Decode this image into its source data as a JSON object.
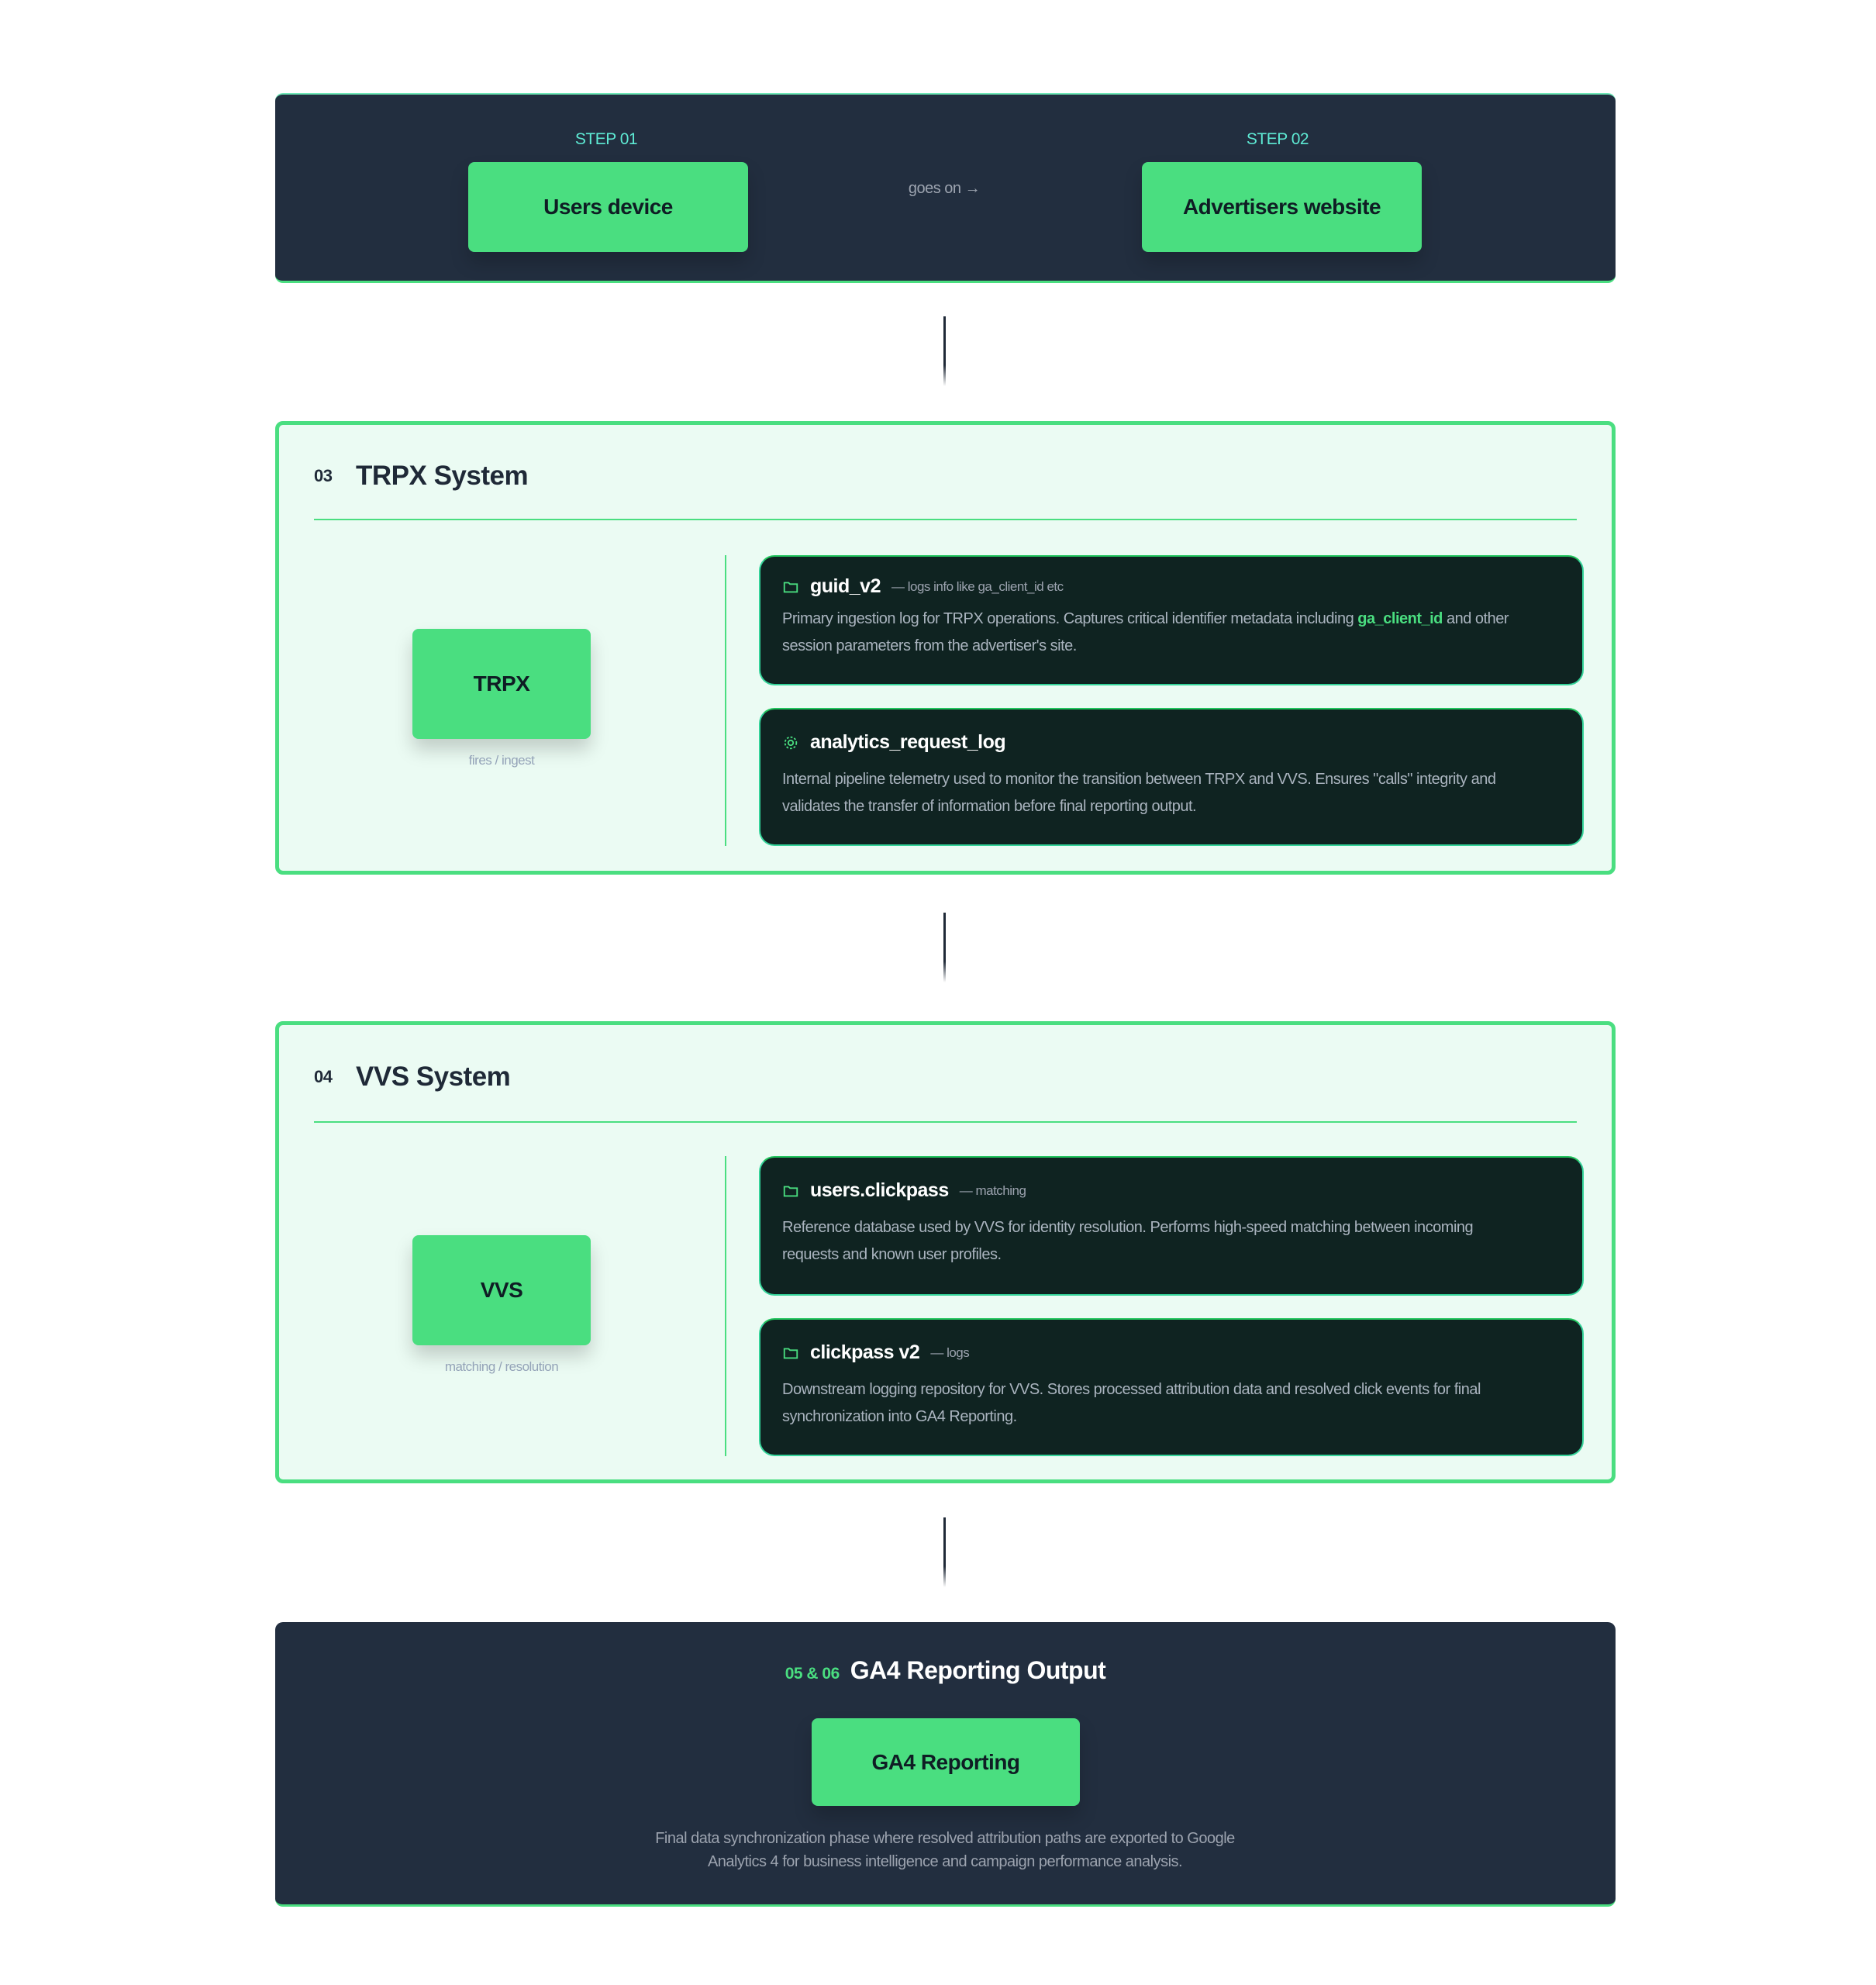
{
  "top": {
    "step1_label": "STEP 01",
    "step1_box": "Users device",
    "connector_text": "goes on →",
    "step2_label": "STEP 02",
    "step2_box": "Advertisers website"
  },
  "trpx": {
    "number": "03",
    "title": "TRPX System",
    "box": "TRPX",
    "caption": "fires / ingest",
    "cards": [
      {
        "icon": "folder-icon",
        "title": "guid_v2",
        "subtitle": "— logs info like ga_client_id etc",
        "body_pre": "Primary ingestion log for TRPX operations. Captures critical identifier metadata including ",
        "highlight": "ga_client_id",
        "body_post": " and other session parameters from the advertiser's site."
      },
      {
        "icon": "gear-icon",
        "title": "analytics_request_log",
        "body": "Internal pipeline telemetry used to monitor the transition between TRPX and VVS. Ensures \"calls\" integrity and validates the transfer of information before final reporting output."
      }
    ]
  },
  "vvs": {
    "number": "04",
    "title": "VVS System",
    "box": "VVS",
    "caption": "matching / resolution",
    "cards": [
      {
        "icon": "folder-icon",
        "title": "users.clickpass",
        "subtitle": "— matching",
        "body": "Reference database used by VVS for identity resolution. Performs high-speed matching between incoming requests and known user profiles."
      },
      {
        "icon": "folder-icon",
        "title": "clickpass v2",
        "subtitle": "— logs",
        "body": "Downstream logging repository for VVS. Stores processed attribution data and resolved click events for final synchronization into GA4 Reporting."
      }
    ]
  },
  "ga4": {
    "number": "05 & 06",
    "title": "GA4 Reporting Output",
    "box": "GA4 Reporting",
    "description": "Final data synchronization phase where resolved attribution paths are exported to Google Analytics 4 for business intelligence and campaign performance analysis."
  },
  "colors": {
    "accent": "#4ade80",
    "dark_panel": "#222e3f",
    "card_bg": "#0f2321",
    "section_bg": "#ebfbf3"
  }
}
